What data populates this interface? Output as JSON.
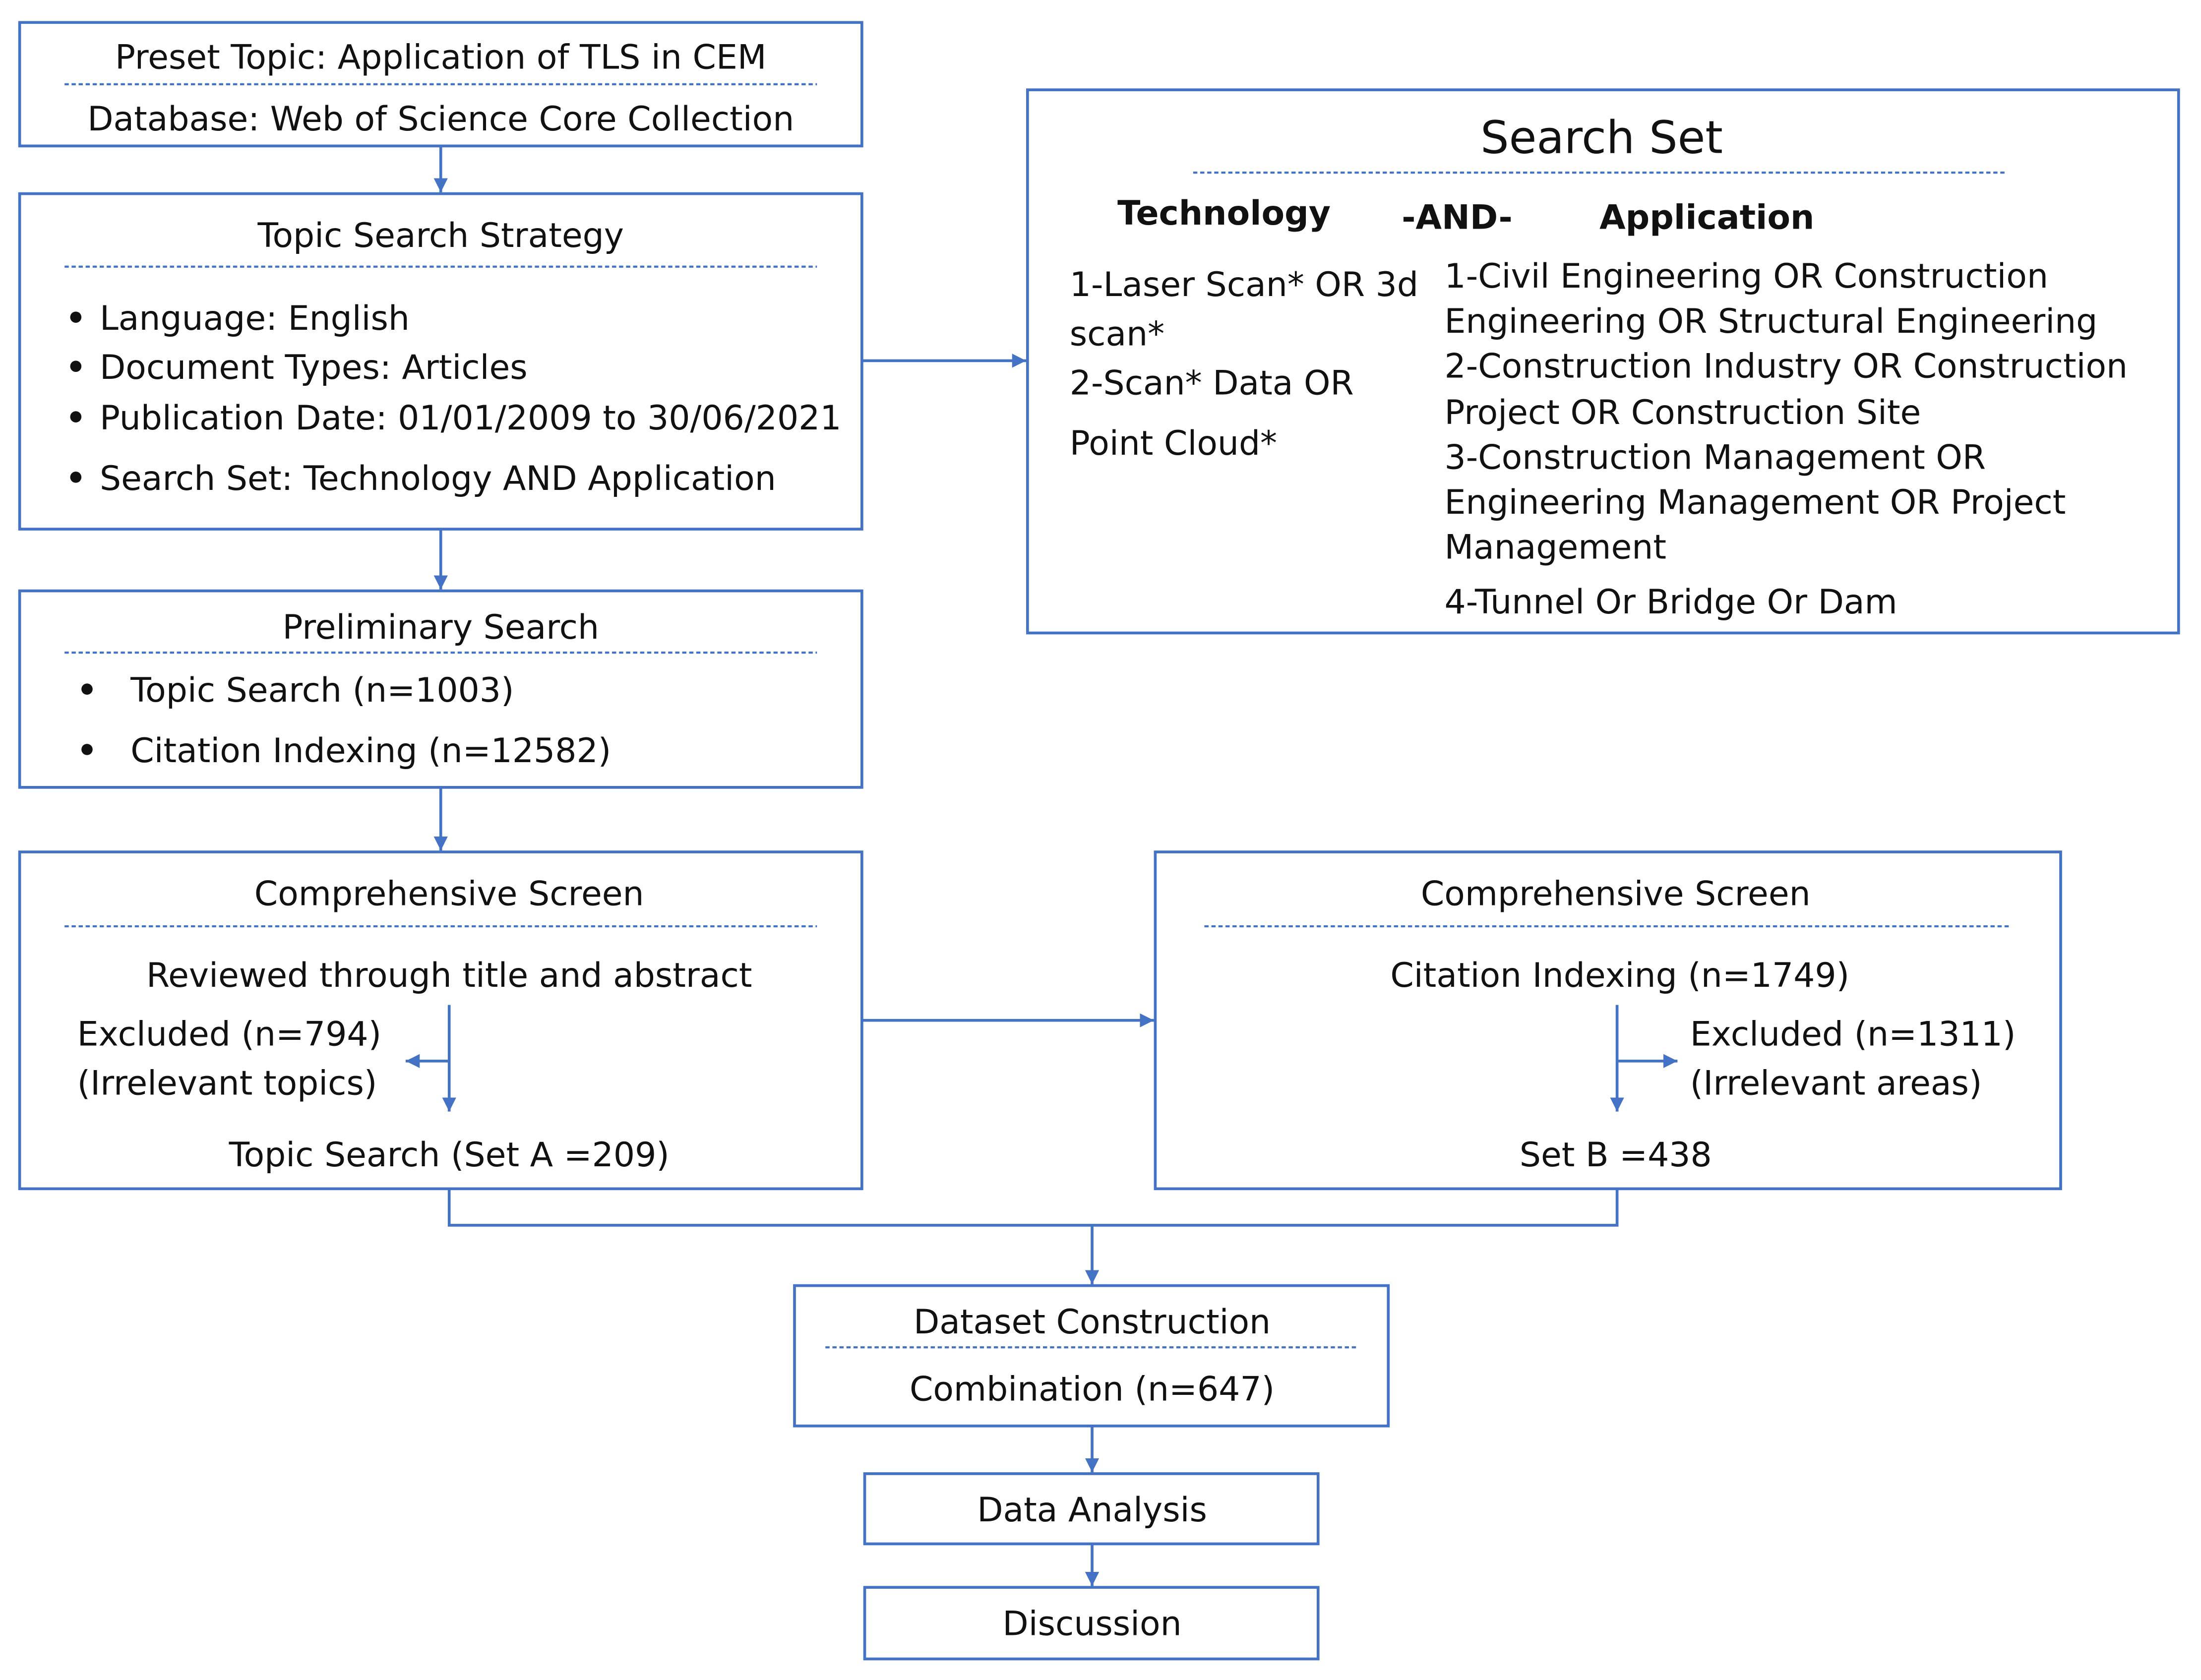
{
  "colors": {
    "box_border": "#4472C4",
    "arrow": "#4472C4",
    "divider": "#4472C4",
    "text": "#111111"
  },
  "preset": {
    "topic": "Preset Topic:  Application of TLS in CEM",
    "database": "Database:  Web of Science Core Collection"
  },
  "strategy": {
    "title": "Topic Search Strategy",
    "items": [
      "Language: English",
      "Document Types: Articles",
      "Publication Date: 01/01/2009 to 30/06/2021",
      "Search Set: Technology AND Application"
    ]
  },
  "search_set": {
    "title": "Search Set",
    "technology_header": "Technology",
    "and_label": "-AND-",
    "application_header": "Application",
    "technology_lines": [
      "1-Laser Scan* OR 3d",
      "scan*",
      "2-Scan* Data OR",
      "Point Cloud*"
    ],
    "application_lines": [
      "1-Civil Engineering OR Construction",
      "Engineering OR Structural Engineering",
      "2-Construction Industry OR Construction",
      "Project OR Construction Site",
      "3-Construction Management OR",
      "Engineering Management OR Project",
      "Management",
      "4-Tunnel Or Bridge Or Dam"
    ]
  },
  "preliminary": {
    "title": "Preliminary Search",
    "items": [
      "Topic Search (n=1003)",
      "Citation Indexing (n=12582)"
    ]
  },
  "screen_a": {
    "title": "Comprehensive Screen",
    "reviewed": "Reviewed through title and abstract",
    "excluded": "Excluded (n=794)",
    "excluded_reason": "(Irrelevant topics)",
    "result": "Topic Search (Set A =209)"
  },
  "screen_b": {
    "title": "Comprehensive Screen",
    "input": "Citation Indexing (n=1749)",
    "excluded": "Excluded (n=1311)",
    "excluded_reason": "(Irrelevant areas)",
    "result": "Set B =438"
  },
  "dataset": {
    "title": "Dataset Construction",
    "combination": "Combination (n=647)"
  },
  "analysis": {
    "label": "Data Analysis"
  },
  "discussion": {
    "label": "Discussion"
  }
}
